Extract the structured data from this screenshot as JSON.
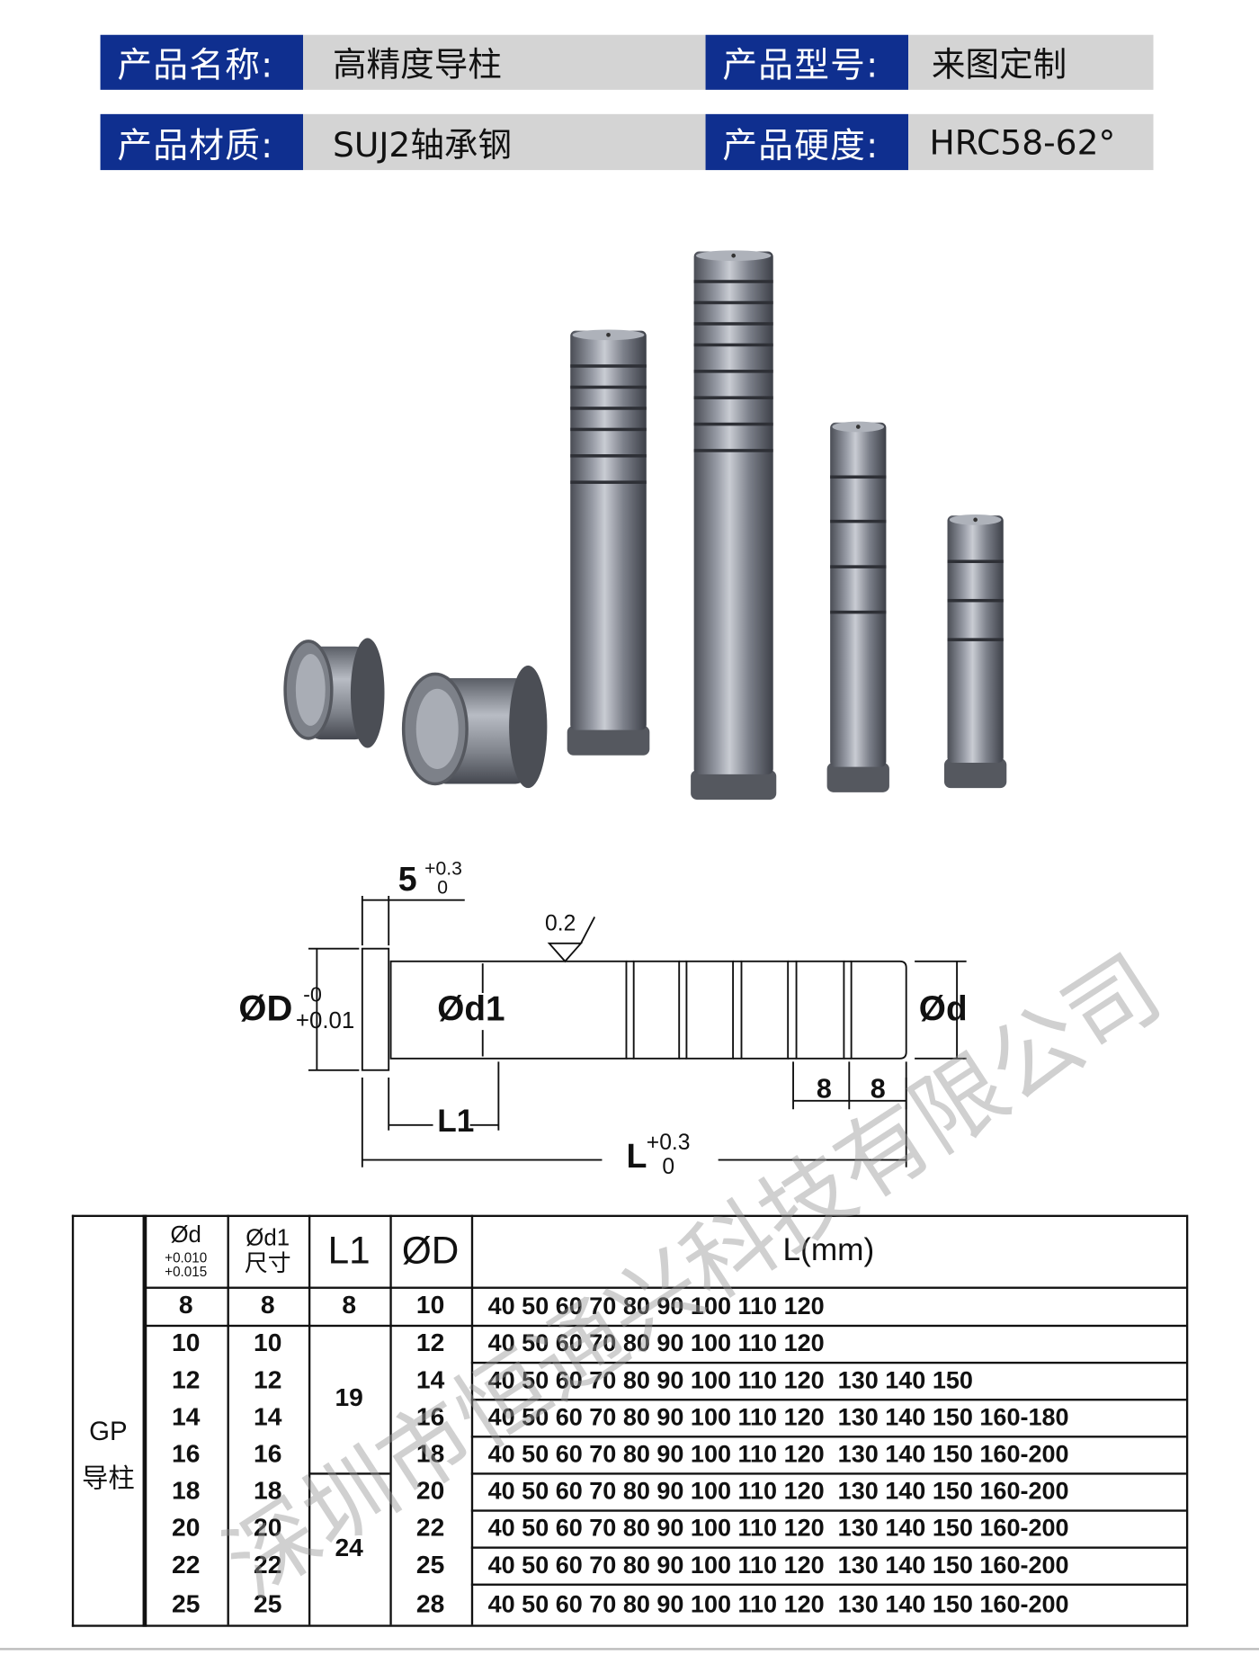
{
  "header": {
    "rows": [
      [
        {
          "label": "产品名称:",
          "value": "高精度导柱"
        },
        {
          "label": "产品型号:",
          "value": "来图定制"
        }
      ],
      [
        {
          "label": "产品材质:",
          "value": "SUJ2轴承钢"
        },
        {
          "label": "产品硬度:",
          "value": "HRC58-62°"
        }
      ]
    ]
  },
  "drawing": {
    "flange_dia": "ØD",
    "flange_tol_upper": "-0",
    "flange_tol_lower": "+0.01",
    "flange_width": "5",
    "flange_width_tol_upper": "+0.3",
    "flange_width_tol_lower": "0",
    "roughness": "0.2",
    "d1": "Ød1",
    "d": "Ød",
    "l1": "L1",
    "l": "L",
    "l_tol_upper": "+0.3",
    "l_tol_lower": "0",
    "groove_pitch_1": "8",
    "groove_pitch_2": "8"
  },
  "table": {
    "group_label": "GP",
    "group_sublabel": "导柱",
    "headers": {
      "d": "Ød",
      "d_tol_upper": "+0.010",
      "d_tol_lower": "+0.015",
      "d1": "Ød1",
      "d1_sub": "尺寸",
      "l1": "L1",
      "D": "ØD",
      "L": "L(mm)"
    },
    "l1_groups": [
      "8",
      "19",
      "24"
    ],
    "rows": [
      {
        "d": "8",
        "d1": "8",
        "D": "10",
        "L": "40 50 60 70 80 90 100 110 120"
      },
      {
        "d": "10",
        "d1": "10",
        "D": "12",
        "L": "40 50 60 70 80 90 100 110 120"
      },
      {
        "d": "12",
        "d1": "12",
        "D": "14",
        "L": "40 50 60 70 80 90 100 110 120  130 140 150"
      },
      {
        "d": "14",
        "d1": "14",
        "D": "16",
        "L": "40 50 60 70 80 90 100 110 120  130 140 150 160-180"
      },
      {
        "d": "16",
        "d1": "16",
        "D": "18",
        "L": "40 50 60 70 80 90 100 110 120  130 140 150 160-200"
      },
      {
        "d": "18",
        "d1": "18",
        "D": "20",
        "L": "40 50 60 70 80 90 100 110 120  130 140 150 160-200"
      },
      {
        "d": "20",
        "d1": "20",
        "D": "22",
        "L": "40 50 60 70 80 90 100 110 120  130 140 150 160-200"
      },
      {
        "d": "22",
        "d1": "22",
        "D": "25",
        "L": "40 50 60 70 80 90 100 110 120  130 140 150 160-200"
      },
      {
        "d": "25",
        "d1": "25",
        "D": "28",
        "L": "40 50 60 70 80 90 100 110 120  130 140 150 160-200"
      }
    ]
  },
  "watermark": "深圳市恒通兴科技有限公司",
  "colors": {
    "label_bg": "#0f2f8f",
    "value_bg": "#d4d4d4"
  }
}
